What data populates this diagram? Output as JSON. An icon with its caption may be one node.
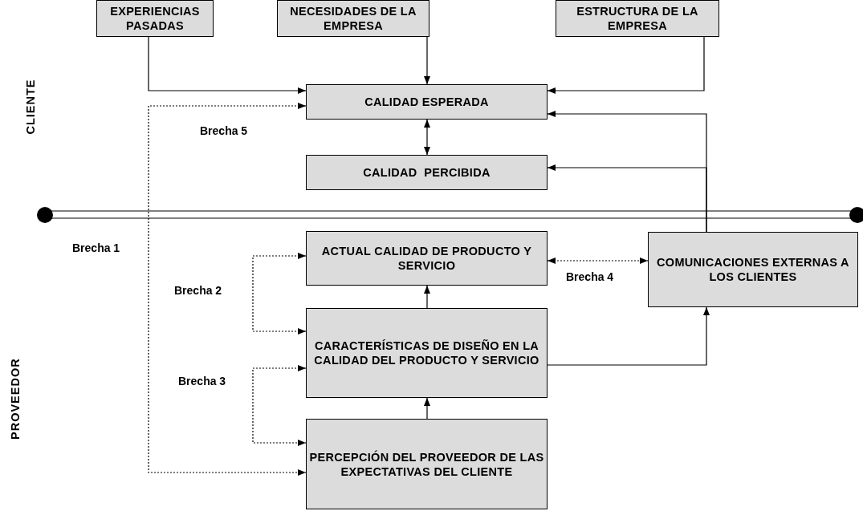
{
  "diagram": {
    "nodes": [
      {
        "text": [
          "EXPERIENCIAS PASADAS"
        ]
      },
      {
        "text": [
          "NECESIDADES DE LA EMPRESA"
        ]
      },
      {
        "text": [
          "ESTRUCTURA DE LA EMPRESA"
        ]
      },
      {
        "text": [
          "CALIDAD ESPERADA"
        ]
      },
      {
        "text": [
          "CALIDAD  PERCIBIDA"
        ]
      },
      {
        "text": [
          "ACTUAL CALIDAD DE PRODUCTO Y SERVICIO"
        ]
      },
      {
        "text": [
          "COMUNICACIONES EXTERNAS A LOS CLIENTES"
        ]
      },
      {
        "text": [
          "CARACTERÍSTICAS DE DISEÑO EN LA CALIDAD DEL PRODUCTO Y SERVICIO"
        ]
      },
      {
        "text": [
          "PERCEPCIÓN DEL PROVEEDOR DE LAS EXPECTATIVAS DEL CLIENTE"
        ]
      }
    ],
    "edges": [
      {
        "from": 0,
        "to": 3,
        "arrow": "to"
      },
      {
        "from": 1,
        "to": 3,
        "arrow": "to"
      },
      {
        "from": 2,
        "to": 3,
        "arrow": "to"
      },
      {
        "from": 3,
        "to": 4,
        "arrow": "both"
      },
      {
        "from": 6,
        "to": 3,
        "arrow": "to"
      },
      {
        "from": 6,
        "to": 4,
        "arrow": "to"
      },
      {
        "from": 5,
        "to": 6,
        "arrow": "both",
        "style": "dashed",
        "label": "Brecha 4"
      },
      {
        "from": 7,
        "to": 5,
        "arrow": "to"
      },
      {
        "from": 8,
        "to": 7,
        "arrow": "to"
      },
      {
        "from": 7,
        "to": 6,
        "arrow": "to"
      },
      {
        "from": 3,
        "to": 8,
        "arrow": "both",
        "style": "dashed"
      },
      {
        "from": 5,
        "to": 7,
        "arrow": "both",
        "style": "dashed"
      },
      {
        "from": 7,
        "to": 8,
        "arrow": "both",
        "style": "dashed"
      }
    ],
    "labels": [
      "CLIENTE",
      "Brecha 5",
      "Brecha 1",
      "Brecha 2",
      "PROVEEDOR",
      "Brecha 3"
    ]
  }
}
